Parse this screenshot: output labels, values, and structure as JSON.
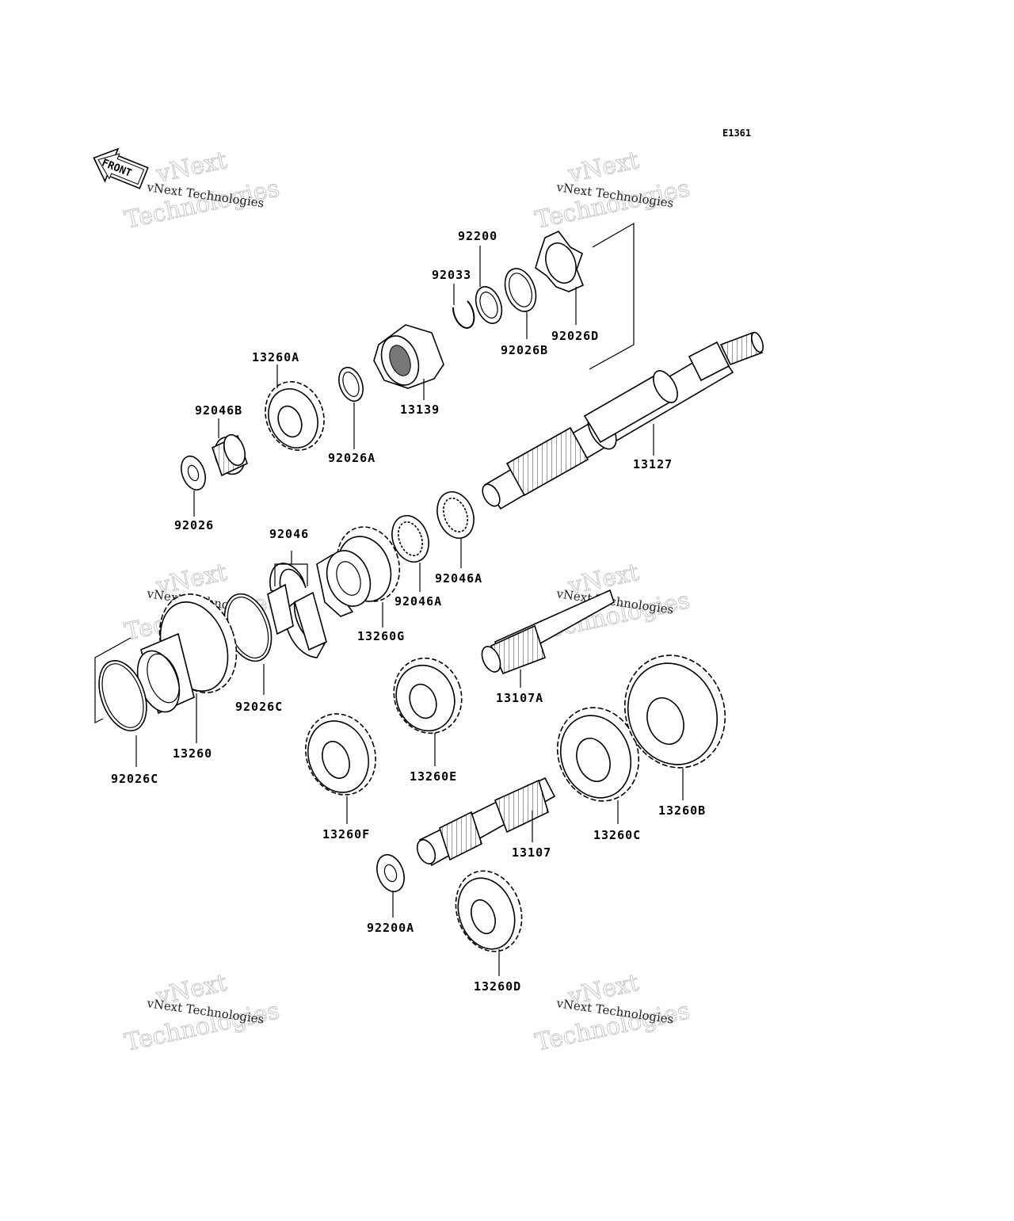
{
  "diagram": {
    "ref_code": "E1361",
    "front_label": "FRONT",
    "watermark": {
      "line1": "vNext Technologies",
      "line2": "vNext",
      "line3": "Technologies"
    },
    "labels": {
      "p92200": "92200",
      "p92033": "92033",
      "p92026D": "92026D",
      "p92026B": "92026B",
      "p13260A": "13260A",
      "p13139": "13139",
      "p92046B": "92046B",
      "p92026A": "92026A",
      "p13127": "13127",
      "p92026": "92026",
      "p92046": "92046",
      "p92046A_1": "92046A",
      "p92046A_2": "92046A",
      "p13260G": "13260G",
      "p92026C_1": "92026C",
      "p13260": "13260",
      "p92026C_2": "92026C",
      "p13107A": "13107A",
      "p13260E": "13260E",
      "p13260F": "13260F",
      "p13260C": "13260C",
      "p13260B": "13260B",
      "p13107": "13107",
      "p92200A": "92200A",
      "p13260D": "13260D"
    }
  }
}
